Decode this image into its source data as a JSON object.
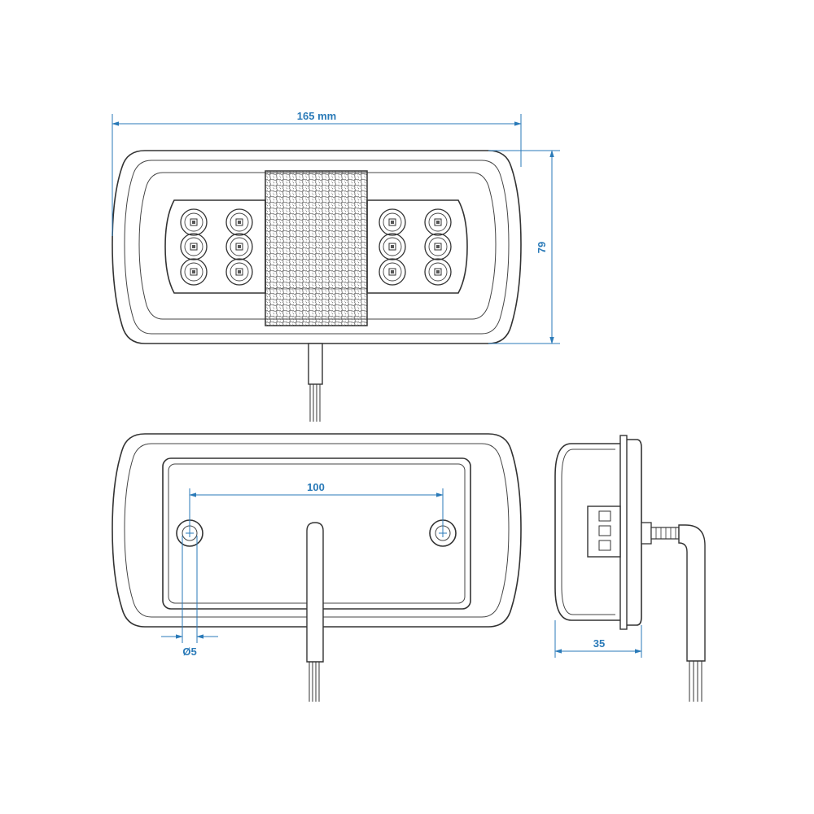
{
  "colors": {
    "dimension": "#2a7ab8",
    "outline": "#333333",
    "background": "#ffffff"
  },
  "dimensions": {
    "width_label": "165 mm",
    "height_label": "79",
    "hole_spacing_label": "100",
    "hole_diameter_label": "Ø5",
    "depth_label": "35"
  }
}
